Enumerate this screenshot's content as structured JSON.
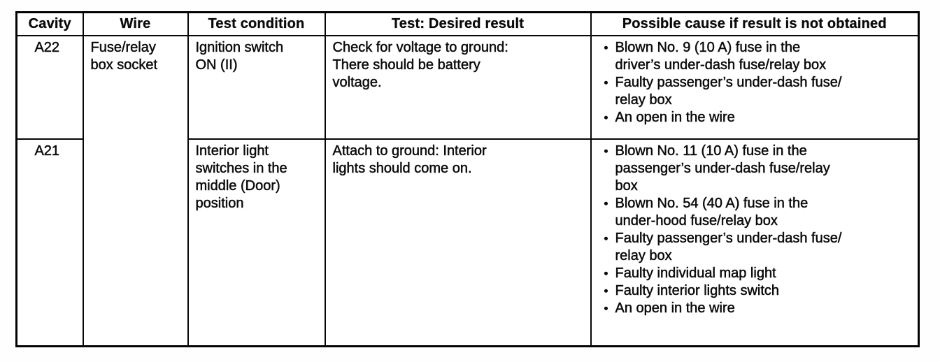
{
  "table": {
    "bullet": "•",
    "columns": [
      "Cavity",
      "Wire",
      "Test condition",
      "Test: Desired result",
      "Possible cause if result is not obtained"
    ],
    "rows": [
      {
        "cavity": "A22",
        "wire": "Fuse/relay\nbox socket",
        "test_condition": "Ignition switch\nON (II)",
        "desired_result": "Check for voltage to ground:\nThere should be battery\nvoltage.",
        "causes": [
          "Blown No. 9 (10 A) fuse in the\ndriver’s under-dash fuse/relay box",
          "Faulty passenger’s under-dash fuse/\nrelay box",
          "An open in the wire"
        ]
      },
      {
        "cavity": "A21",
        "test_condition": "Interior light\nswitches in the\nmiddle (Door)\nposition",
        "desired_result": "Attach to ground: Interior\nlights should come on.",
        "causes": [
          "Blown No. 11 (10 A) fuse in the\npassenger’s under-dash fuse/relay\nbox",
          "Blown No. 54 (40 A) fuse in the\nunder-hood fuse/relay box",
          "Faulty passenger’s under-dash fuse/\nrelay box",
          "Faulty individual map light",
          "Faulty interior lights switch",
          "An open in the wire"
        ]
      }
    ]
  }
}
